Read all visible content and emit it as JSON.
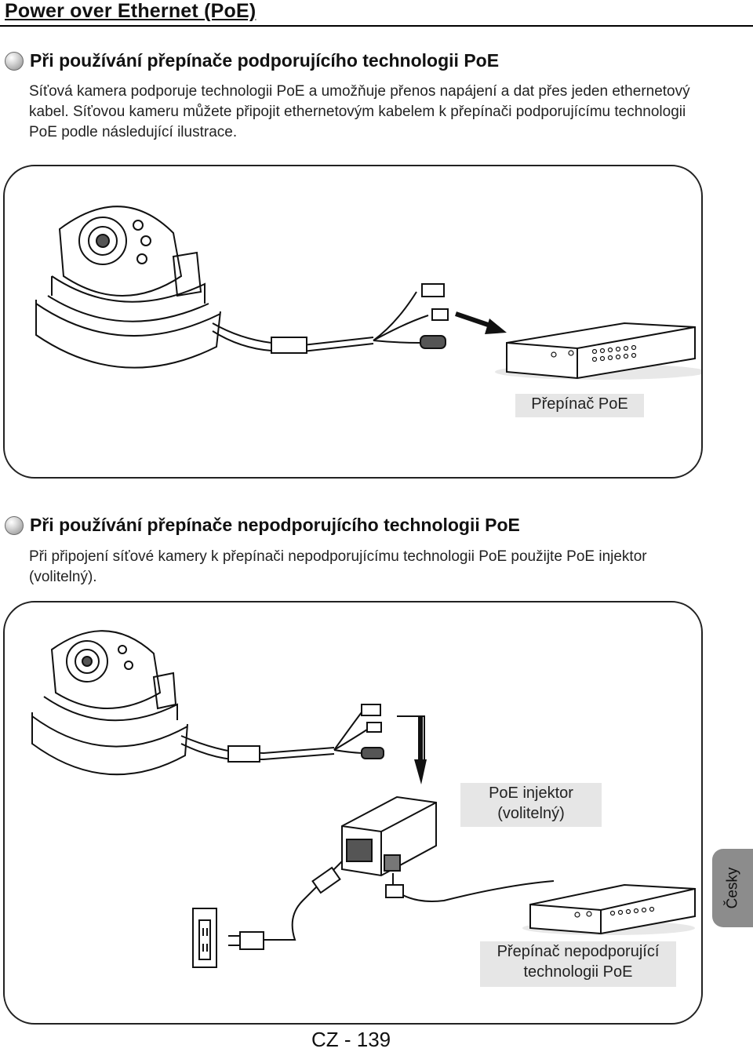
{
  "page_title": "Power over Ethernet (PoE)",
  "section1": {
    "heading": "Při používání přepínače podporujícího technologii PoE",
    "paragraph": "Síťová kamera podporuje technologii PoE a umožňuje přenos napájení a dat přes jeden ethernetový kabel. Síťovou kameru můžete připojit ethernetovým kabelem k přepínači podporujícímu technologii PoE podle následující ilustrace.",
    "label_switch": "Přepínač PoE"
  },
  "section2": {
    "heading": "Při používání přepínače nepodporujícího technologii PoE",
    "paragraph": "Při připojení síťové kamery k přepínači nepodporujícímu technologii PoE použijte PoE injektor (volitelný).",
    "label_injector_line1": "PoE injektor",
    "label_injector_line2": "(volitelný)",
    "label_switch_line1": "Přepínač nepodporující",
    "label_switch_line2": "technologii PoE"
  },
  "side_tab": "Česky",
  "page_number": "CZ - 139"
}
